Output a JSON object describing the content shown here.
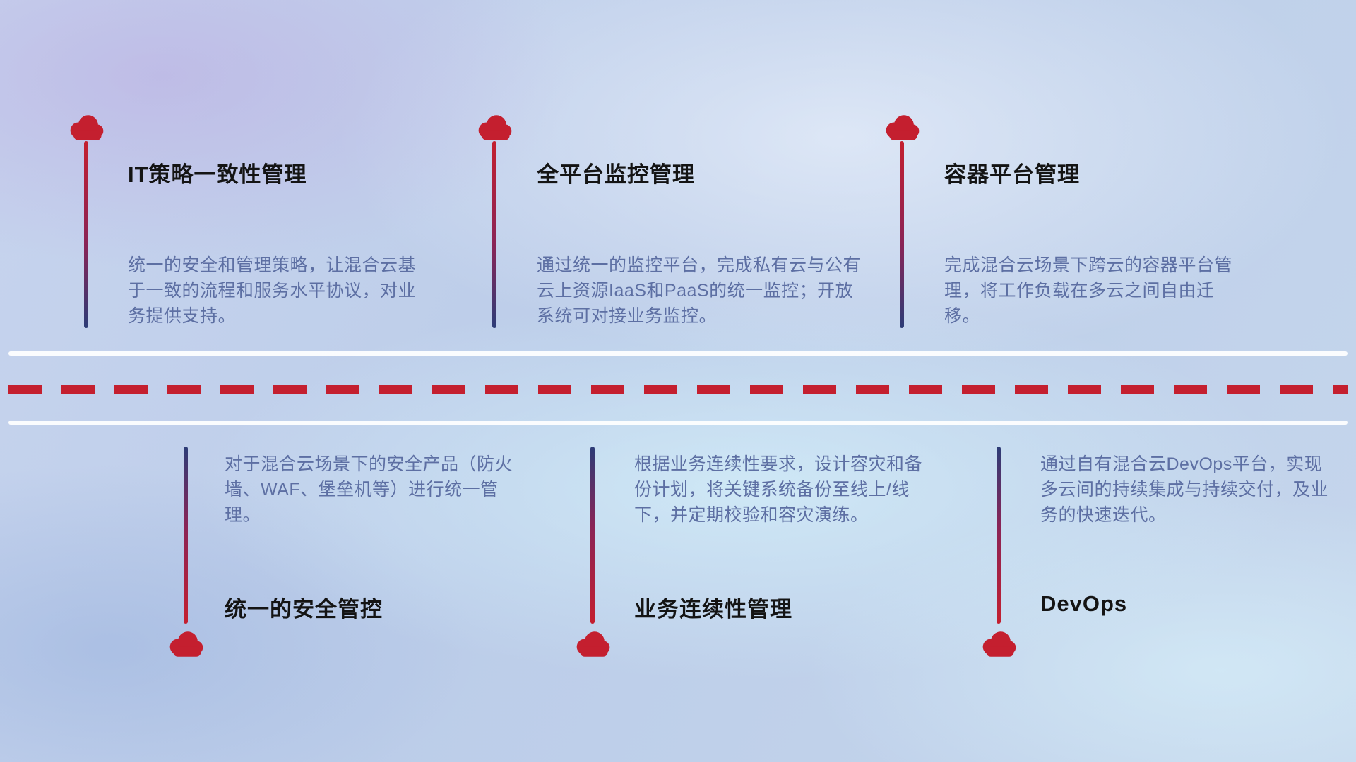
{
  "items_top": [
    {
      "title": "IT策略一致性管理",
      "description": "统一的安全和管理策略，让混合云基于一致的流程和服务水平协议，对业务提供支持。"
    },
    {
      "title": "全平台监控管理",
      "description": "通过统一的监控平台，完成私有云与公有云上资源IaaS和PaaS的统一监控；开放系统可对接业务监控。"
    },
    {
      "title": "容器平台管理",
      "description": "完成混合云场景下跨云的容器平台管理，将工作负载在多云之间自由迁移。"
    }
  ],
  "items_bottom": [
    {
      "title": "统一的安全管控",
      "description": "对于混合云场景下的安全产品（防火墙、WAF、堡垒机等）进行统一管理。"
    },
    {
      "title": "业务连续性管理",
      "description": "根据业务连续性要求，设计容灾和备份计划，将关键系统备份至线上/线下，并定期校验和容灾演练。"
    },
    {
      "title": "DevOps",
      "description": "通过自有混合云DevOps平台，实现多云间的持续集成与持续交付，及业务的快速迭代。"
    }
  ],
  "colors": {
    "accent_red": "#c41f2f",
    "connector_navy": "#2c3c77",
    "description_text": "#5d6fa3",
    "title_text": "#141414",
    "road_white": "#ffffff"
  }
}
